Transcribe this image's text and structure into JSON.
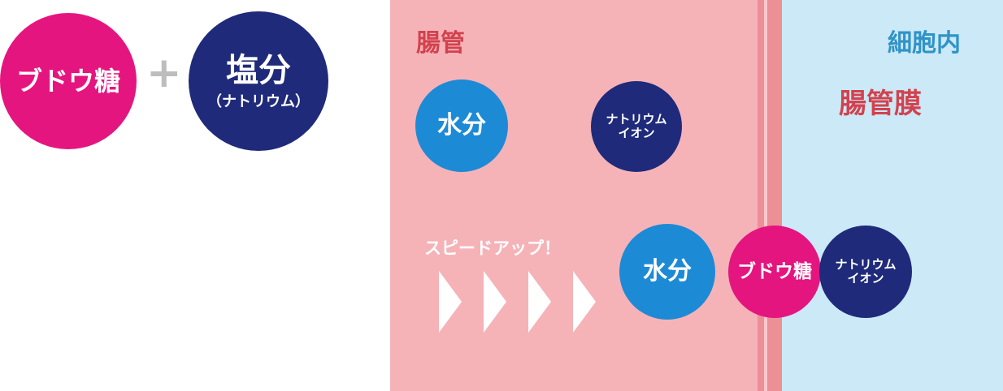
{
  "left": {
    "glucose_label": "ブドウ糖",
    "plus": "+",
    "salt_label": "塩分",
    "salt_sub": "（ナトリウム）"
  },
  "right": {
    "intestine_label": "腸管",
    "cell_label": "細胞内",
    "membrane_label": "腸管膜",
    "truck1": {
      "water": "水分",
      "sodium_line1": "ナトリウム",
      "sodium_line2": "イオン"
    },
    "speedup_label": "スピードアップ！",
    "truck2": {
      "water": "水分",
      "glucose": "ブドウ糖",
      "sodium_line1": "ナトリウム",
      "sodium_line2": "イオン"
    }
  },
  "colors": {
    "magenta": "#e5157f",
    "navy": "#1f2a7a",
    "water_blue": "#1d8ad6",
    "intestine_bg": "#f5b3b8",
    "membrane": "#ec8f97",
    "cell_bg": "#cce9f7",
    "truck_gray": "#4d4d4d",
    "intestine_text": "#d2424e",
    "cell_text": "#2f93c7"
  }
}
